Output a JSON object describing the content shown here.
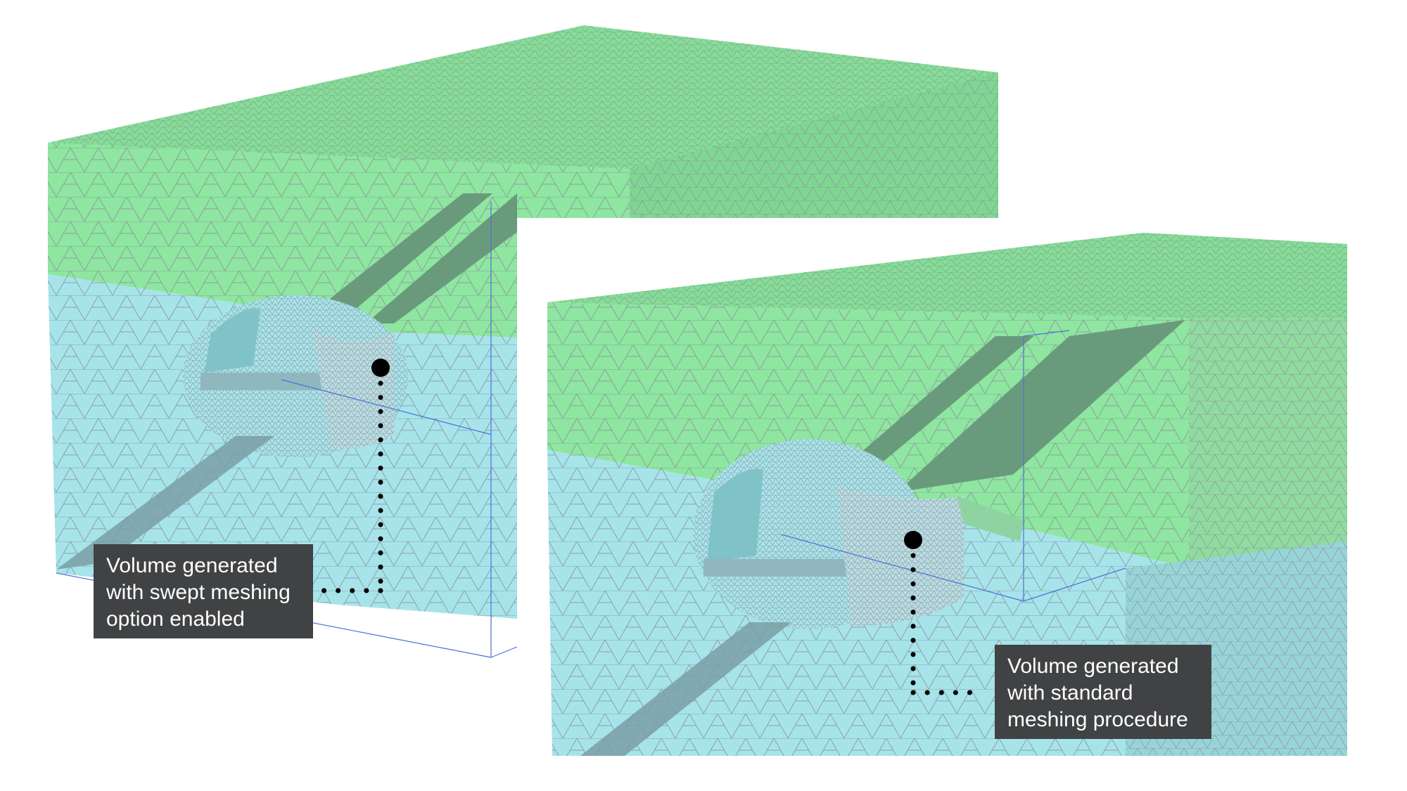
{
  "colors": {
    "background": "#ffffff",
    "upper_soil_layer": "#8ee6a0",
    "upper_soil_top": "#86dc98",
    "upper_soil_side": "#7fd693",
    "lower_soil_layer": "#a6e4ea",
    "mesh_lines": "#8a8f9a",
    "excavation_shadow": "#6a9a7c",
    "bounding_box": "#4f6fd6",
    "callout_background": "#404244",
    "callout_text": "#ffffff",
    "marker": "#000000"
  },
  "icons": {
    "leader_marker": "filled-circle",
    "leader_line": "dotted-line"
  },
  "panels": [
    {
      "id": "swept",
      "callout_lines": [
        "Volume generated",
        "with swept meshing",
        "option enabled"
      ]
    },
    {
      "id": "standard",
      "callout_lines": [
        "Volume generated",
        "with standard",
        "meshing procedure"
      ]
    }
  ]
}
